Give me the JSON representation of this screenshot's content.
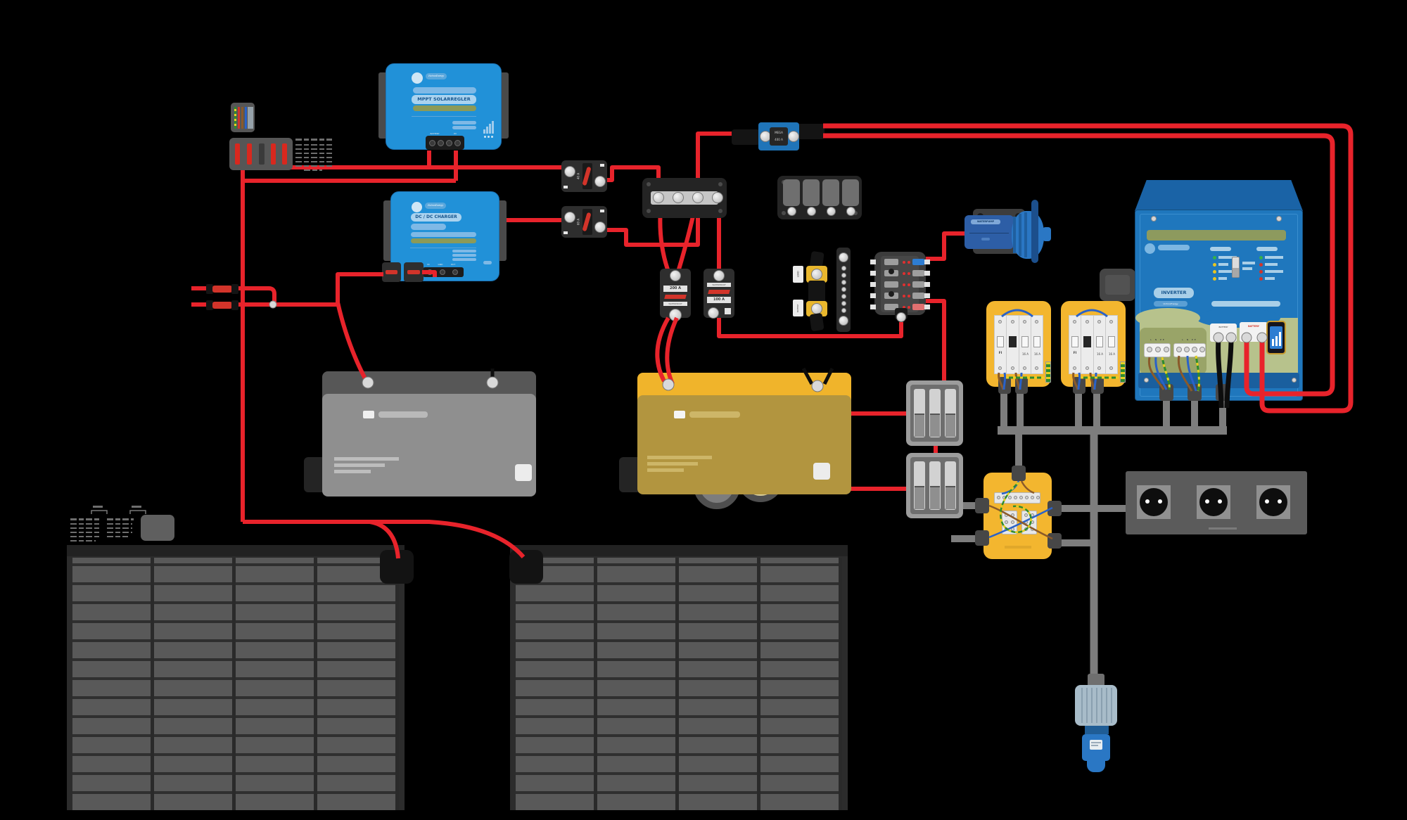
{
  "brand": "VictronEnergy",
  "mppt": {
    "title": "MPPT SOLARREGLER",
    "terminals": {
      "battery": "BATTERY",
      "pv": "PV"
    }
  },
  "dcdc": {
    "title": "DC / DC CHARGER",
    "terminals": {
      "in": "IN",
      "gnd": "GND",
      "out": "OUT"
    }
  },
  "inverter": {
    "title": "INVERTER",
    "battery_neg_label": "BATTERY",
    "battery_pos_label": "BATTERY",
    "ac_block1_label": "L N PE",
    "ac_block2_label": "L N PE"
  },
  "fuses": {
    "mega_line1": "MEGA",
    "mega_line2": "400 A"
  },
  "breakers": {
    "mppt_breaker": "40 A",
    "dcdc_breaker": "60 A",
    "main_breaker": "200 A",
    "dist_breaker": "100 A",
    "waterproof": "WATERPROOF"
  },
  "shunt": {
    "load_label": "LOAD",
    "battery_label": "BATTERY"
  },
  "ac_panel": {
    "rcd_label": "FI",
    "breaker1_label": "16 A",
    "breaker2_label": "16 A"
  },
  "pump_label": "WATERPUMP",
  "colors": {
    "wire_positive": "#e8232b",
    "wire_negative": "#0d0d0d",
    "victron_blue": "#1f77bd",
    "box_yellow": "#f3b62f"
  }
}
